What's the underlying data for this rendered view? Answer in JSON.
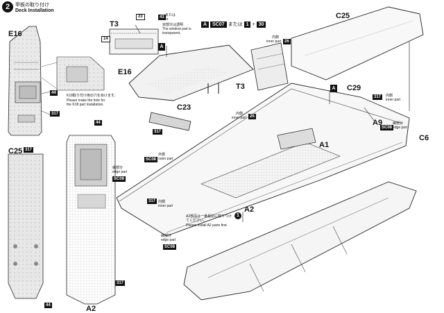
{
  "step": {
    "number": "2",
    "title_jp": "甲板の取り付け",
    "title_en": "Deck Installation"
  },
  "labels": {
    "e16_top": "E16",
    "e16_mid": "E16",
    "c25_left": "C25",
    "c25_top": "C25",
    "a2_bottom": "A2",
    "a2_right": "A2",
    "t3_top": "T3",
    "t3_mid": "T3",
    "c23": "C23",
    "c29": "C29",
    "a9": "A9",
    "c6": "C6",
    "a1": "A1"
  },
  "parts": {
    "p44a": "44",
    "p44b": "44",
    "p44c": "44",
    "p317a": "317",
    "p317b": "317",
    "p317c": "317",
    "p317d": "317",
    "p317e": "317",
    "p317f": "317",
    "p26a": "26",
    "p26b": "26",
    "p14": "14",
    "p23": "23",
    "p43": "43",
    "sc08a": "SC08",
    "sc08b": "SC08",
    "sc08c": "SC08",
    "sc08d": "SC08"
  },
  "notes": {
    "k18_jp": "K18取り付け用の穴をあけます。",
    "k18_en": "Please make the hole for the K18 part installation.",
    "window_or": "または",
    "window_or_en": "or",
    "window_jp": "窓部分は透明",
    "window_en": "The window part is transparent.",
    "inner_jp": "内側",
    "inner_en": "inner part",
    "outer_jp": "外側",
    "outer_en": "outer part",
    "edge_jp": "縁部分",
    "edge_en": "edge part",
    "a2_note_jp": "A2部品は一番最初に取りつけてください。",
    "a2_note_en": "Please install A2 parts first."
  },
  "paint_box": {
    "letter": "A",
    "code": "SC07",
    "or": "または",
    "opt1": "1",
    "plus": "+",
    "opt2": "30"
  },
  "markers": {
    "a": "A",
    "one": "1"
  }
}
